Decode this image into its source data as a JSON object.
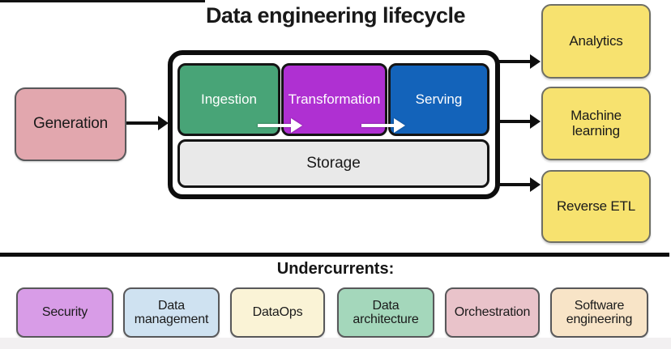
{
  "title": "Data engineering lifecycle",
  "lifecycle": {
    "generation": {
      "label": "Generation",
      "color": "#E2A7AE"
    },
    "stages": [
      {
        "label": "Ingestion",
        "color": "#48A477",
        "text_color": "#FFFFFF"
      },
      {
        "label": "Transformation",
        "color": "#AF30D2",
        "text_color": "#FFFFFF"
      },
      {
        "label": "Serving",
        "color": "#1363BA",
        "text_color": "#FFFFFF"
      }
    ],
    "storage": {
      "label": "Storage",
      "color": "#E9E9E9"
    },
    "outputs": [
      {
        "label": "Analytics",
        "color": "#F7E26F"
      },
      {
        "label": "Machine learning",
        "color": "#F7E26F"
      },
      {
        "label": "Reverse ETL",
        "color": "#F7E26F"
      }
    ]
  },
  "undercurrents": {
    "heading": "Undercurrents:",
    "items": [
      {
        "label": "Security",
        "color": "#D89CE7"
      },
      {
        "label": "Data management",
        "color": "#CFE2F1"
      },
      {
        "label": "DataOps",
        "color": "#FAF3D6"
      },
      {
        "label": "Data architecture",
        "color": "#A4D7BB"
      },
      {
        "label": "Orchestration",
        "color": "#E9C3CA"
      },
      {
        "label": "Software engineering",
        "color": "#F8E4C7"
      }
    ]
  },
  "colors": {
    "outline_black": "#0D0D0D",
    "arrow_white": "#FFFFFF",
    "page_background": "#FFFFFF",
    "bottom_strip": "#F2F0F1"
  }
}
